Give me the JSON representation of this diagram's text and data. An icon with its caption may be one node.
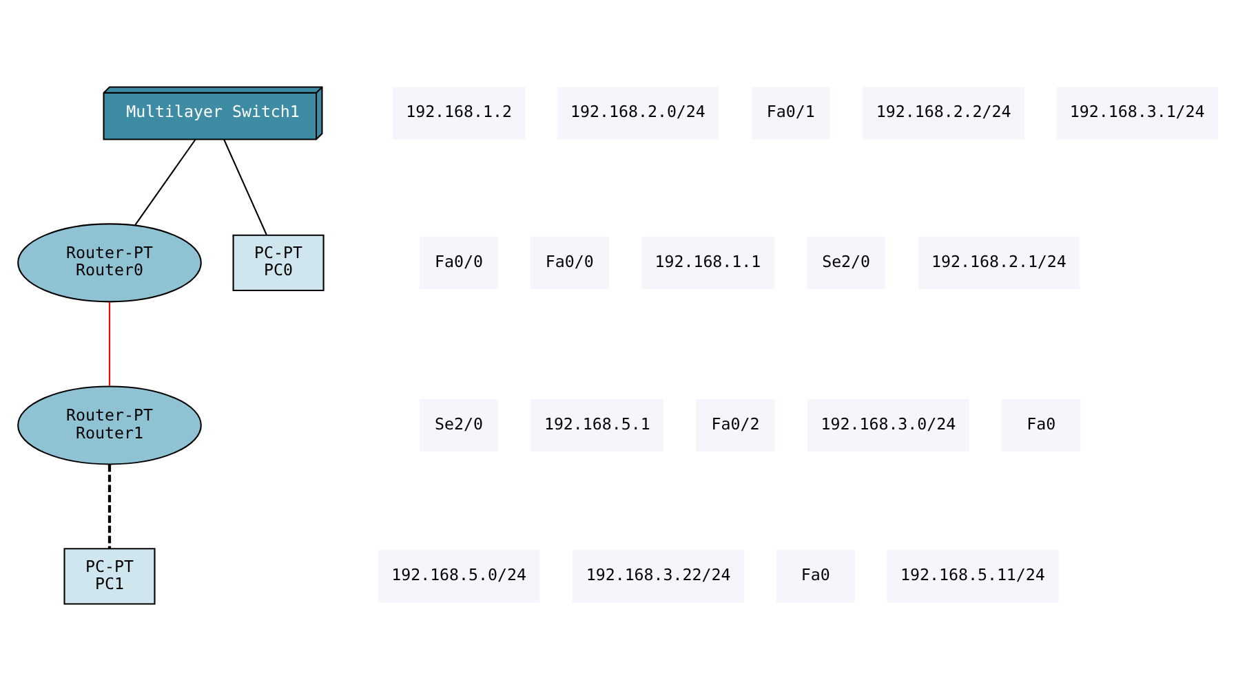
{
  "diagram": {
    "nodes": [
      {
        "text": [
          "Multilayer Switch1"
        ]
      },
      {
        "text": [
          "Router-PT",
          "Router0"
        ]
      },
      {
        "text": [
          "Router-PT",
          "Router1"
        ]
      },
      {
        "text": [
          "PC-PT",
          "PC1"
        ]
      },
      {
        "text": [
          "PC-PT",
          "PC0"
        ]
      }
    ],
    "edges": [
      {
        "from": 0,
        "to": 1,
        "arrow": "none"
      },
      {
        "from": 1,
        "to": 2,
        "arrow": "none",
        "color": "#ff0000"
      },
      {
        "from": 2,
        "to": 3,
        "arrow": "none",
        "style": "dashed"
      },
      {
        "from": 0,
        "to": 4,
        "arrow": "none"
      }
    ],
    "labels": [
      "192.168.1.2",
      "192.168.2.0/24",
      "Fa0/1",
      "192.168.2.2/24",
      "192.168.3.1/24",
      "Fa0/0",
      "Fa0/0",
      "192.168.1.1",
      "Se2/0",
      "192.168.2.1/24",
      "Se2/0",
      "192.168.5.1",
      "Fa0/2",
      "192.168.3.0/24",
      "Fa0",
      "192.168.5.0/24",
      "192.168.3.22/24",
      "Fa0",
      "192.168.5.11/24"
    ]
  }
}
